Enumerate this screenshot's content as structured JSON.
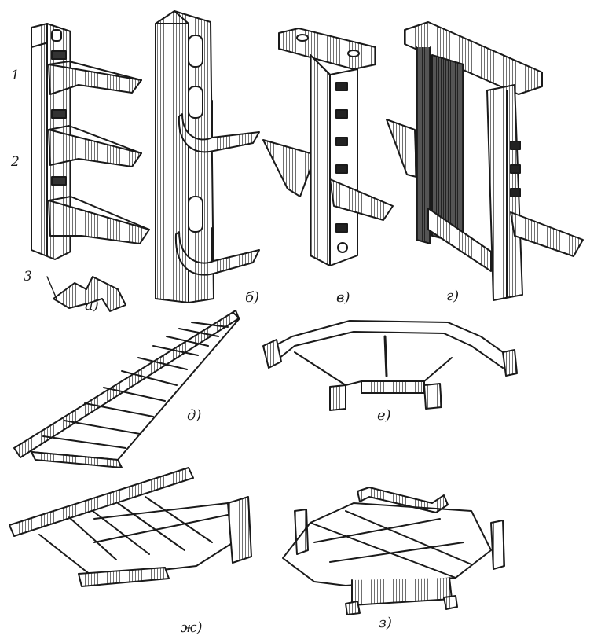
{
  "figure": {
    "part_numbers": [
      "1",
      "2",
      "3"
    ],
    "panel_labels": [
      "а)",
      "б)",
      "в)",
      "г)",
      "д)",
      "е)",
      "ж)",
      "з)"
    ]
  },
  "colors": {
    "ink": "#1a1a1a",
    "paper": "#ffffff",
    "shade": "#7a7a7a"
  }
}
